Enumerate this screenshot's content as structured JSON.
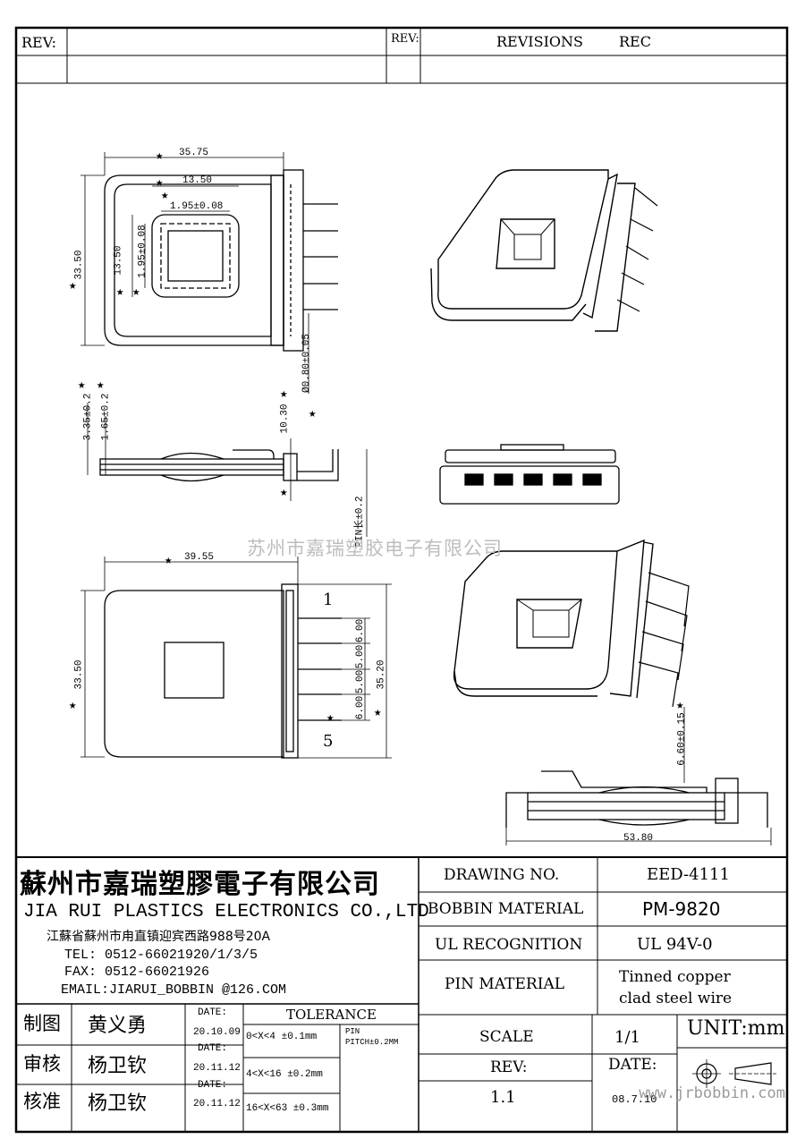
{
  "header": {
    "rev_label_left": "REV:",
    "rev_label_right": "REV:",
    "revisions_label": "REVISIONS",
    "rec_label": "REC"
  },
  "watermark": "苏州市嘉瑞塑胶电子有限公司",
  "site_watermark": "www.jrbobbin.com",
  "dimensions": {
    "top_width": "35.75",
    "inner_width": "13.50",
    "tol_a": "1.95±0.08",
    "height_left": "33.50",
    "inner_height": "13.50",
    "tol_b": "1.95±0.08",
    "pin_dia": "Ø0.80±0.05",
    "side_a": "3.35±0.2",
    "side_b": "1.65±0.2",
    "side_c": "10.30",
    "pin_len": "PIN长±0.2",
    "bottom_width": "39.55",
    "bottom_height": "33.50",
    "overall_height": "35.20",
    "pitch_1": "6.00",
    "pitch_2": "5.00",
    "pitch_3": "5.00",
    "pitch_4": "6.00",
    "pin_first": "1",
    "pin_last": "5",
    "front_height": "6.60±0.15",
    "front_width": "53.80"
  },
  "title_block": {
    "company_cn": "蘇州市嘉瑞塑膠電子有限公司",
    "company_en": "JIA RUI PLASTICS ELECTRONICS CO.,LTD",
    "address": "江蘇省蘇州市甪直镇迎宾西路988号20A",
    "tel": "TEL:  0512-66021920/1/3/5",
    "fax": "FAX:  0512-66021926",
    "email": "EMAIL:JIARUI_BOBBIN @126.COM",
    "drawing_no_label": "DRAWING   NO.",
    "drawing_no": "EED-4111",
    "bobbin_material_label": "BOBBIN   MATERIAL",
    "bobbin_material": "PM-9820",
    "ul_label": "UL RECOGNITION",
    "ul_value": "UL 94V-0",
    "pin_material_label": "PIN MATERIAL",
    "pin_material_1": "Tinned copper",
    "pin_material_2": "clad steel wire",
    "scale_label": "SCALE",
    "scale_value": "1/1",
    "unit": "UNIT:mm",
    "rev_label": "REV:",
    "rev_value": "1.1",
    "date_label": "DATE:",
    "date_value": "08.7.10",
    "tolerance_label": "TOLERANCE",
    "tol_row1": "0<X<4  ±0.1mm",
    "tol_row2": "4<X<16 ±0.2mm",
    "tol_row3": "16<X<63 ±0.3mm",
    "pin_pitch_1": "PIN",
    "pin_pitch_2": "PITCH±0.2MM",
    "sig_rows": [
      {
        "role": "制图",
        "name": "黄义勇",
        "date_label": "DATE:",
        "date": "20.10.09"
      },
      {
        "role": "审核",
        "name": "杨卫钦",
        "date_label": "DATE:",
        "date": "20.11.12"
      },
      {
        "role": "核准",
        "name": "杨卫钦",
        "date_label": "DATE:",
        "date": "20.11.12"
      }
    ]
  }
}
